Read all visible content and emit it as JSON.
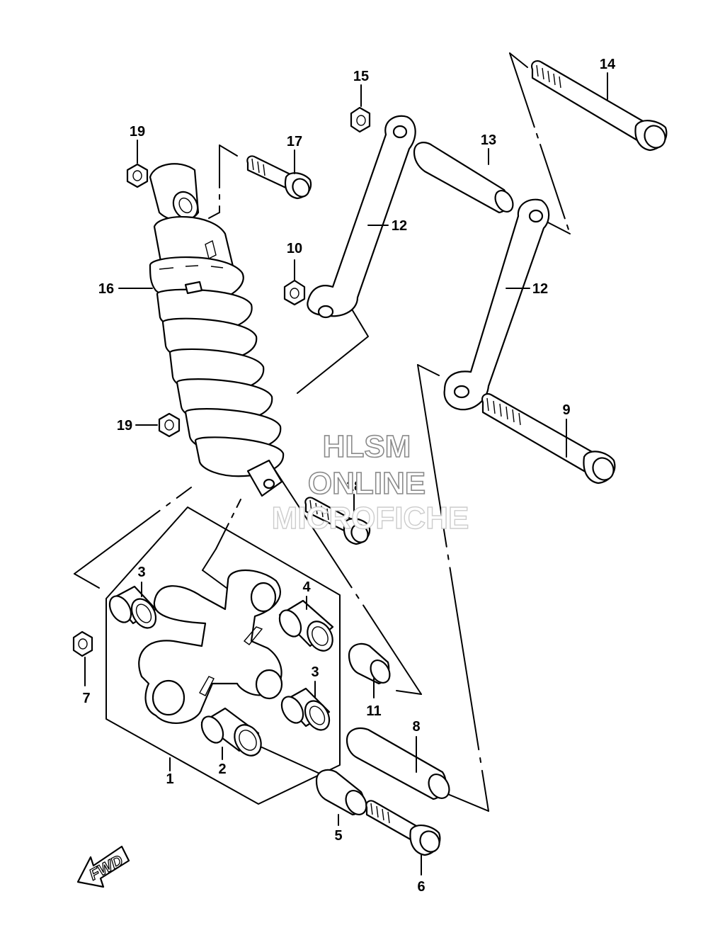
{
  "watermark": {
    "line1": "HLSM",
    "line2": "ONLINE",
    "line3": "MICROFICHE"
  },
  "direction_arrow": {
    "label": "FWD"
  },
  "callouts": [
    {
      "id": "c1",
      "label": "1"
    },
    {
      "id": "c2",
      "label": "2"
    },
    {
      "id": "c3a",
      "label": "3"
    },
    {
      "id": "c3b",
      "label": "3"
    },
    {
      "id": "c4",
      "label": "4"
    },
    {
      "id": "c5",
      "label": "5"
    },
    {
      "id": "c6",
      "label": "6"
    },
    {
      "id": "c7",
      "label": "7"
    },
    {
      "id": "c8",
      "label": "8"
    },
    {
      "id": "c9",
      "label": "9"
    },
    {
      "id": "c10",
      "label": "10"
    },
    {
      "id": "c11",
      "label": "11"
    },
    {
      "id": "c12a",
      "label": "12"
    },
    {
      "id": "c12b",
      "label": "12"
    },
    {
      "id": "c13",
      "label": "13"
    },
    {
      "id": "c14",
      "label": "14"
    },
    {
      "id": "c15",
      "label": "15"
    },
    {
      "id": "c16",
      "label": "16"
    },
    {
      "id": "c17",
      "label": "17"
    },
    {
      "id": "c18",
      "label": "18"
    },
    {
      "id": "c19a",
      "label": "19"
    },
    {
      "id": "c19b",
      "label": "19"
    }
  ]
}
